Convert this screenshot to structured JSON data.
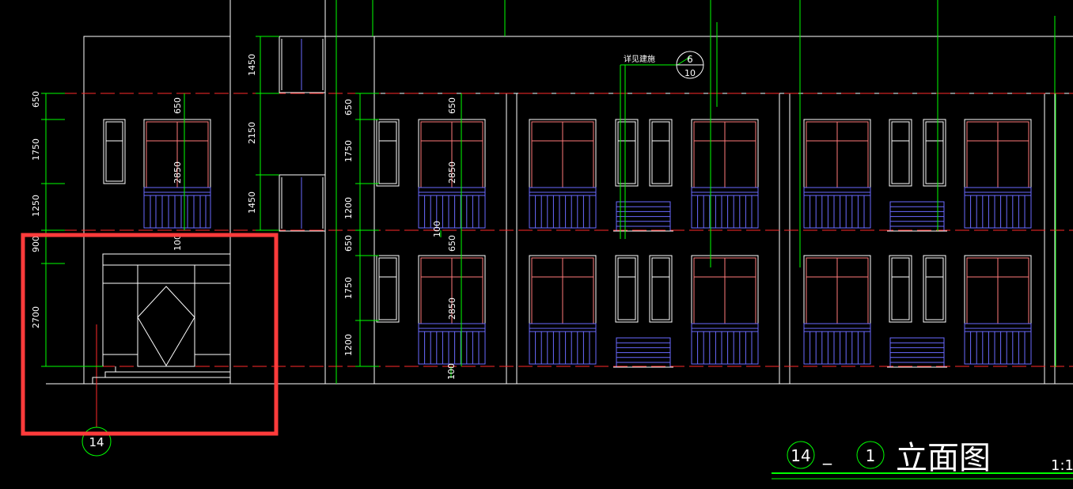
{
  "drawing": {
    "title_axis_start": "14",
    "title_dash": "_",
    "title_axis_end": "1",
    "title_text": "立面图",
    "scale": "1:1",
    "axis_bubble_bottom": "14",
    "detail_note": "详见建施",
    "detail_ref_top": "6",
    "detail_ref_bottom": "10"
  },
  "dimensions": {
    "left_chain": [
      "650",
      "1750",
      "1250",
      "900",
      "2700"
    ],
    "stair_chain": [
      "1450",
      "2150",
      "1450"
    ],
    "mid_chain": [
      "650",
      "1750",
      "1200",
      "650",
      "1750",
      "1200"
    ],
    "opening_upper": [
      "650",
      "2850"
    ],
    "opening_lower": [
      "650",
      "2850"
    ],
    "sill_100": [
      "100",
      "100",
      "100"
    ]
  },
  "colors": {
    "background": "#000000",
    "outline": "#ffffff",
    "dimension": "#00ff00",
    "axis": "#ff0000",
    "railing": "#6a6aff",
    "window_mullion": "#ff7a7a",
    "highlight": "#ff3b3b"
  }
}
